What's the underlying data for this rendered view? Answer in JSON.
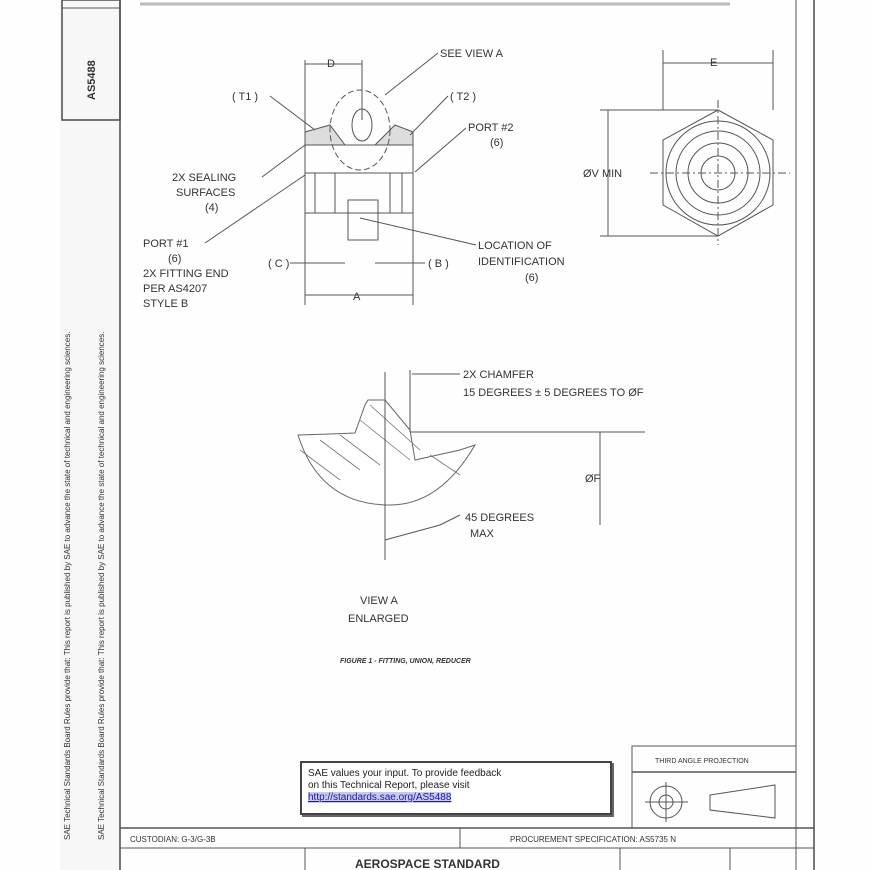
{
  "margin": {
    "doc_number": "AS5488",
    "vertical_notice": "SAE Technical Standards Board Rules provide that: This report is published by SAE to advance the state of technical and engineering sciences."
  },
  "main_view": {
    "dim_d": "D",
    "dim_e": "E",
    "dim_a": "A",
    "dim_c": "( C )",
    "dim_b": "( B )",
    "t1": "( T1 )",
    "t2": "( T2 )",
    "see_view": "SEE VIEW A",
    "port2": [
      "PORT #2",
      "(6)"
    ],
    "sealing": [
      "2X SEALING",
      "SURFACES",
      "(4)"
    ],
    "port1": [
      "PORT #1",
      "(6)",
      "2X FITTING END",
      "PER AS4207",
      "STYLE B"
    ],
    "location": [
      "LOCATION OF",
      "IDENTIFICATION",
      "(6)"
    ],
    "v_min": "ØV MIN"
  },
  "view_a": {
    "chamfer": [
      "2X CHAMFER",
      "15 DEGREES ± 5 DEGREES TO ØF"
    ],
    "dia_f": "ØF",
    "angle": [
      "45 DEGREES",
      "MAX"
    ],
    "title": [
      "VIEW A",
      "ENLARGED"
    ]
  },
  "figure_caption": "FIGURE 1 - FITTING, UNION, REDUCER",
  "feedback": {
    "line1": "SAE values your input. To provide feedback",
    "line2": "on this Technical Report, please visit",
    "link": "http://standards.sae.org/AS5488"
  },
  "title_block": {
    "projection": "THIRD ANGLE PROJECTION",
    "custodian": "CUSTODIAN: G-3/G-3B",
    "procurement": "PROCUREMENT SPECIFICATION: AS5735 N",
    "standard": "AEROSPACE STANDARD"
  }
}
